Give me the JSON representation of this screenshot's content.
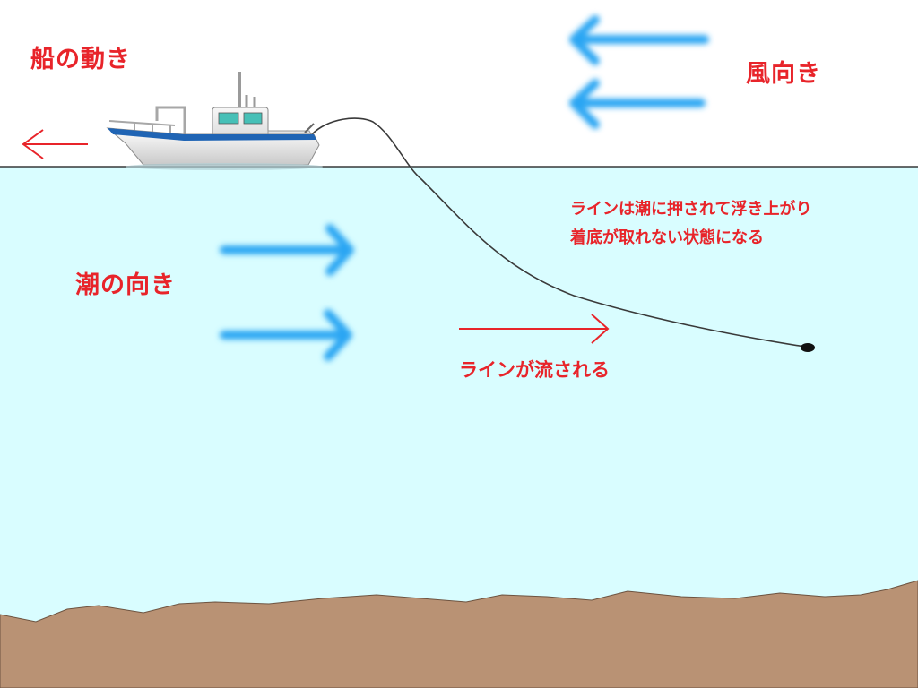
{
  "labels": {
    "boat_motion": "船の動き",
    "wind_direction": "風向き",
    "tide_direction": "潮の向き",
    "line_drift": "ラインが流される",
    "note_line1": "ラインは潮に押されて浮き上がり",
    "note_line2": "着底が取れない状態になる"
  },
  "colors": {
    "label_red": "#e8242a",
    "water": "#d9fdff",
    "seabed": "#b99274",
    "arrow_blue": "#2aa6f3",
    "boat_hull_blue": "#1f64b4",
    "line": "#333333"
  },
  "icons": {
    "boat": "fishing-boat-icon",
    "wind_arrows": "left-arrow-icon",
    "tide_arrows": "right-arrow-icon"
  }
}
